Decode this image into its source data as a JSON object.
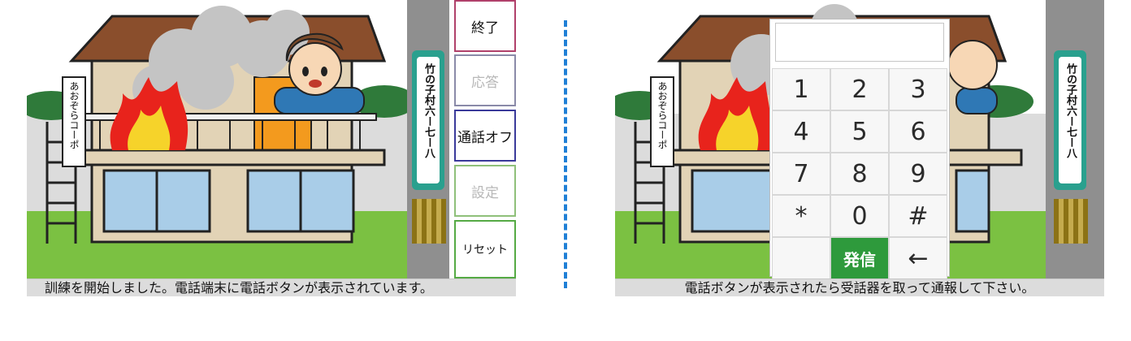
{
  "left": {
    "building_sign": "あおぞらコーポ",
    "pole_sign": "竹の子村六ー七ー八",
    "buttons": {
      "end": "終了",
      "answer": "応答",
      "call_off": "通話オフ",
      "settings": "設定",
      "reset": "リセット"
    },
    "status": "訓練を開始しました。電話端末に電話ボタンが表示されています。"
  },
  "right": {
    "building_sign": "あおぞらコーポ",
    "pole_sign": "竹の子村六ー七ー八",
    "keypad": {
      "display_value": "",
      "keys": [
        "1",
        "2",
        "3",
        "4",
        "5",
        "6",
        "7",
        "8",
        "9",
        "*",
        "0",
        "#"
      ],
      "call_label": "発信",
      "backspace_label": "←"
    },
    "status": "電話ボタンが表示されたら受話器を取って通報して下さい。"
  },
  "colors": {
    "sky": "#ffffff",
    "grass": "#7bc142",
    "house_wall": "#e2d3b6",
    "roof": "#8a4e2c",
    "smoke": "#c4c4c4",
    "fire": "#e8231c",
    "pole_sign": "#2aa08e",
    "call_button": "#2e9a3c",
    "divider": "#1f7fd6"
  }
}
